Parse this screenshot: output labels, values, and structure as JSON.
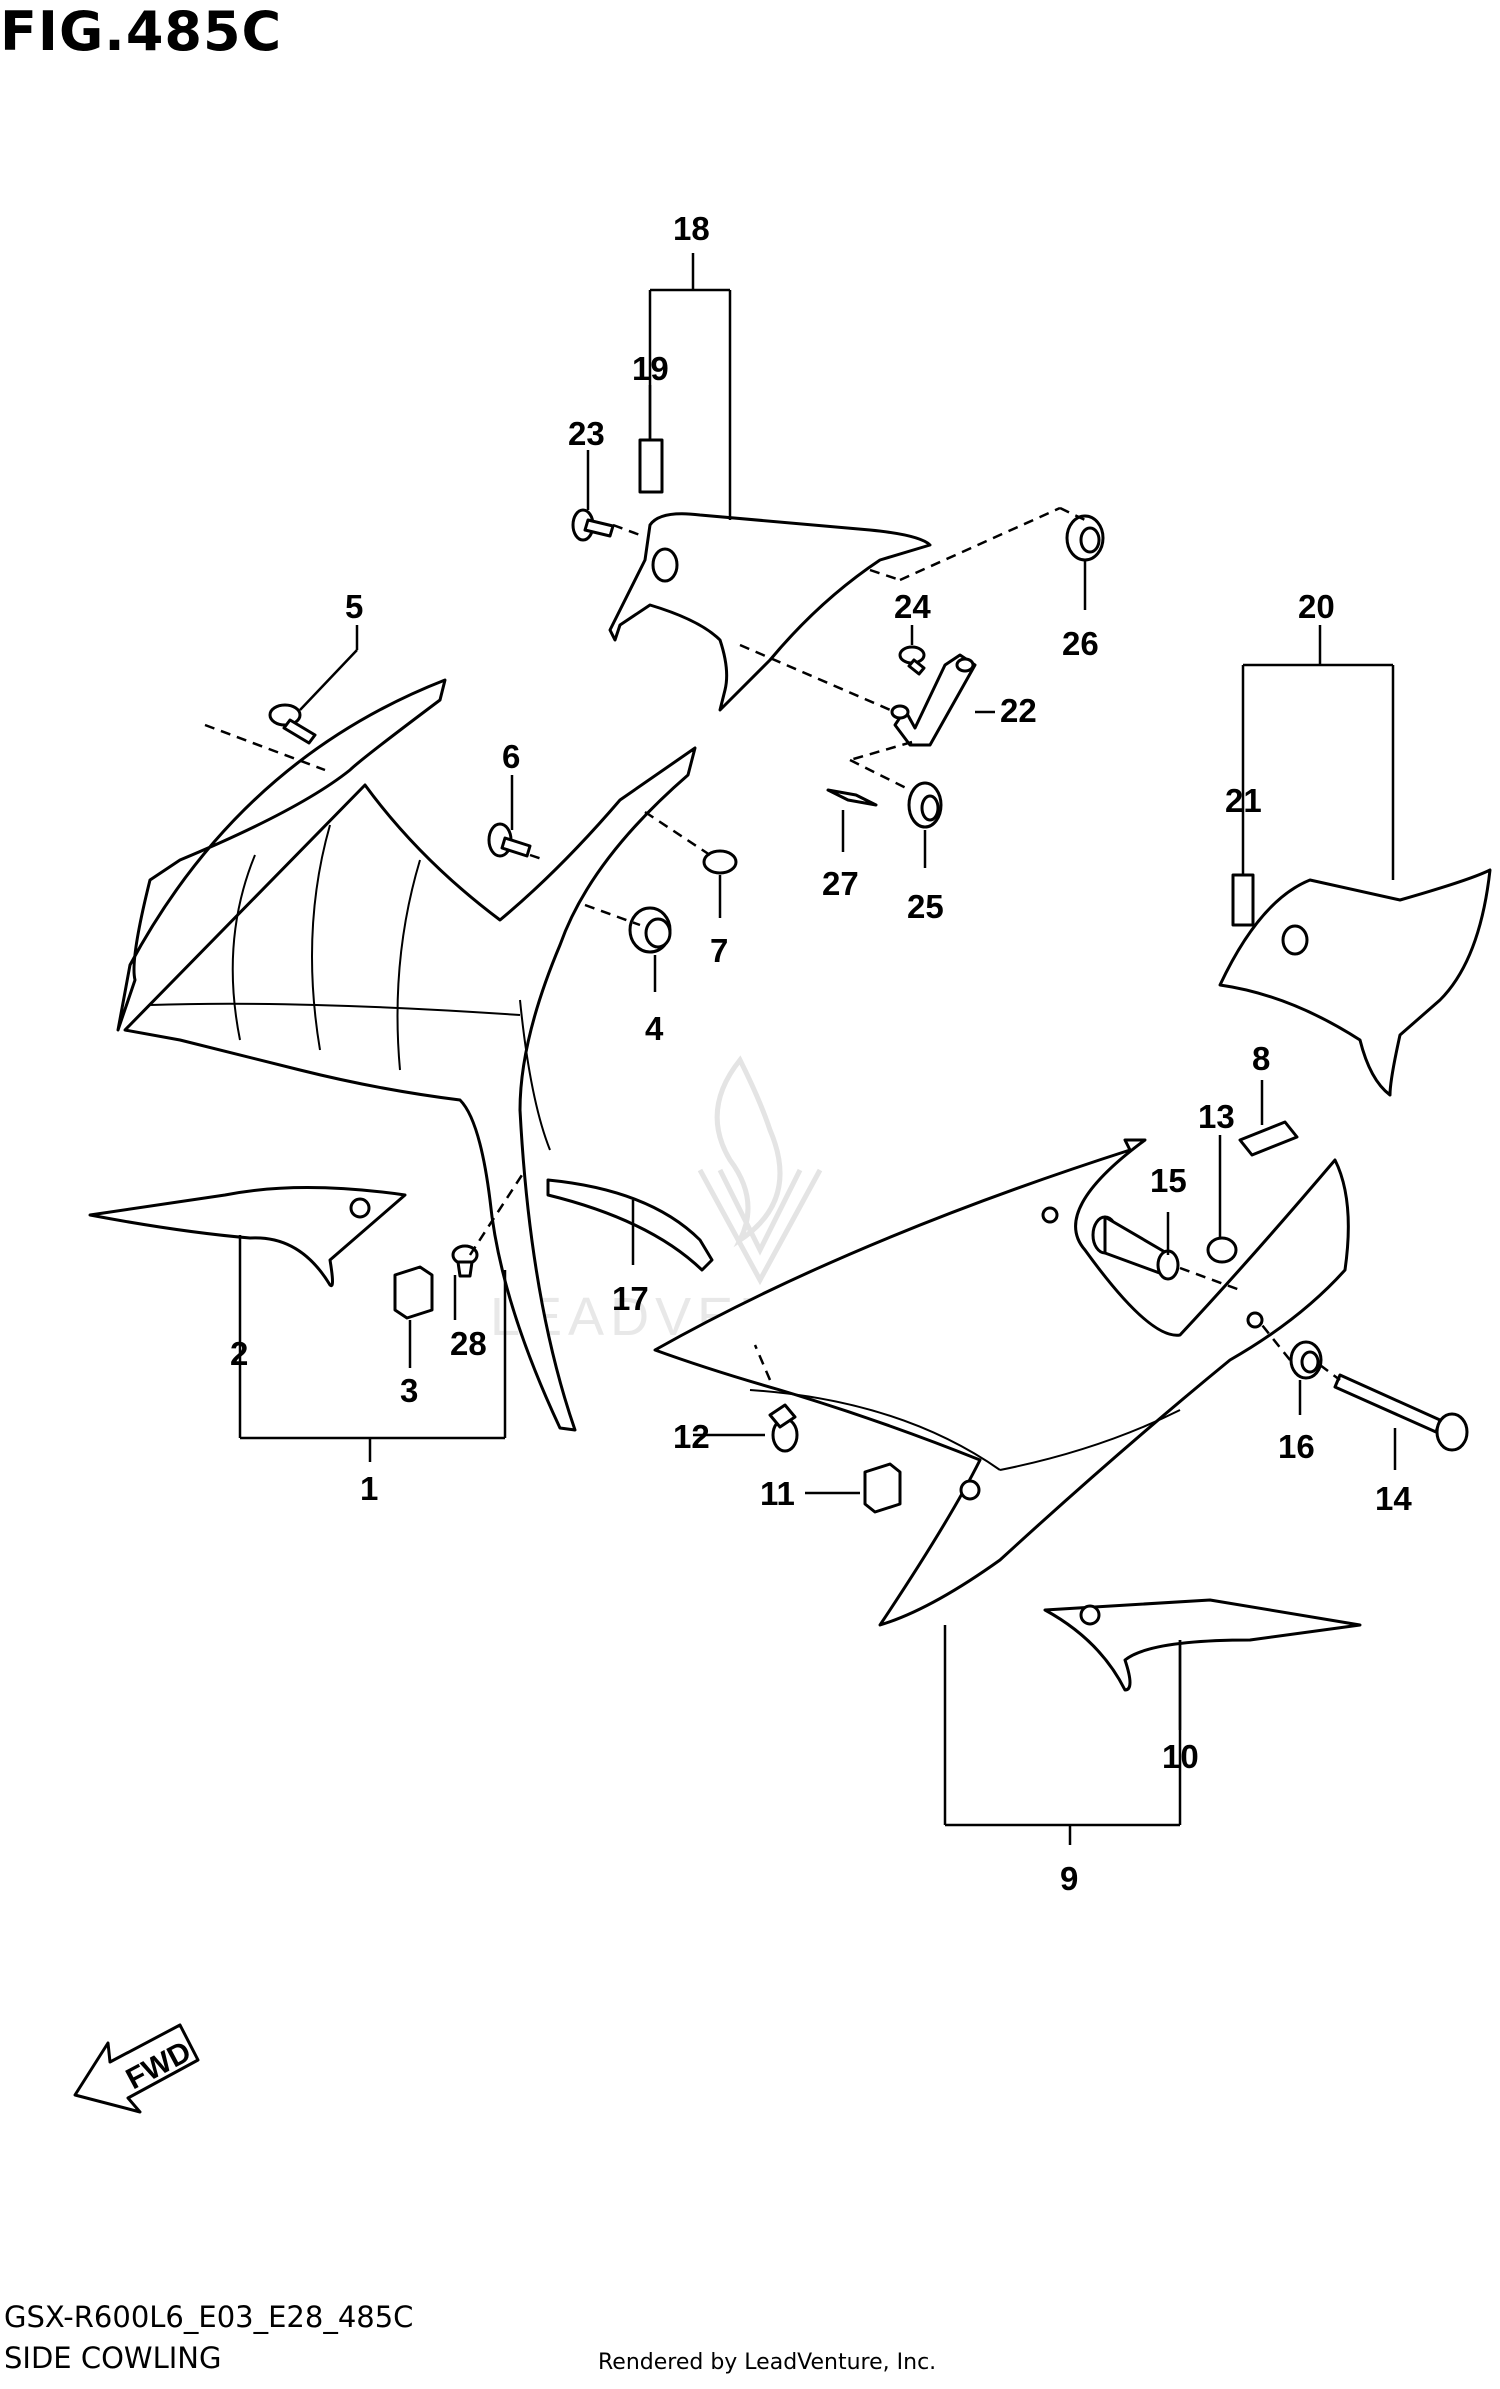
{
  "figure": {
    "title": "FIG.485C",
    "model_code": "GSX-R600L6_E03_E28_485C",
    "subtitle": "SIDE COWLING",
    "credit": "Rendered by LeadVenture, Inc."
  },
  "watermark": {
    "text": "LEADVENTURE"
  },
  "fwd_label": "FWD",
  "callouts": {
    "c1": "1",
    "c2": "2",
    "c3": "3",
    "c4": "4",
    "c5": "5",
    "c6": "6",
    "c7": "7",
    "c8": "8",
    "c9": "9",
    "c10": "10",
    "c11": "11",
    "c12": "12",
    "c13": "13",
    "c14": "14",
    "c15": "15",
    "c16": "16",
    "c17": "17",
    "c18": "18",
    "c19": "19",
    "c20": "20",
    "c21": "21",
    "c22": "22",
    "c23": "23",
    "c24": "24",
    "c25": "25",
    "c26": "26",
    "c27": "27",
    "c28": "28"
  },
  "colors": {
    "line": "#000000",
    "background": "#ffffff",
    "watermark": "#e4e4e4"
  }
}
